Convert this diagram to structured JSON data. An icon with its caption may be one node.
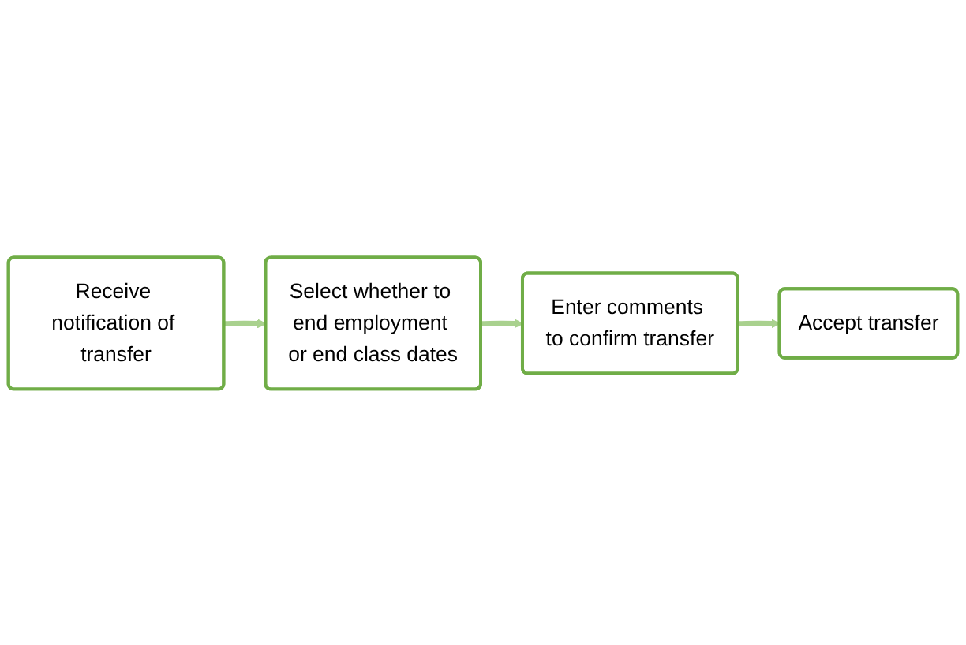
{
  "diagram": {
    "nodes": [
      {
        "text": [
          "Receive notification of transfer"
        ]
      },
      {
        "text": [
          "Select whether to end employment or end class dates"
        ]
      },
      {
        "text": [
          "Enter comments to confirm transfer"
        ]
      },
      {
        "text": [
          "Accept transfer"
        ]
      }
    ],
    "edges": [
      {
        "from": 0,
        "to": 1,
        "arrow": "to"
      },
      {
        "from": 1,
        "to": 2,
        "arrow": "to"
      },
      {
        "from": 2,
        "to": 3,
        "arrow": "to"
      }
    ]
  }
}
